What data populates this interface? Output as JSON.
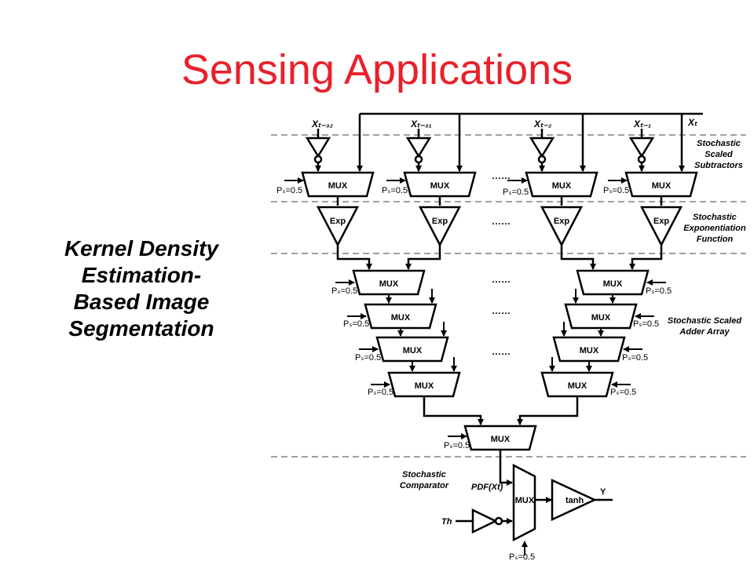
{
  "slide": {
    "title": "Sensing Applications",
    "caption_lines": [
      "Kernel Density",
      "Estimation-",
      "Based Image",
      "Segmentation"
    ]
  },
  "diagram": {
    "inputs": [
      "Xₜ₋₃₂",
      "Xₜ₋₃₁",
      "Xₜ₋₂",
      "Xₜ₋₁",
      "Xₜ"
    ],
    "mux_label": "MUX",
    "exp_label": "Exp",
    "tanh_label": "tanh",
    "ps_label": "Pₛ=0.5",
    "dots": "……",
    "pdf_label": "PDF(Xt)",
    "th_label": "Th",
    "output_label": "Y",
    "sections": {
      "subtractors": [
        "Stochastic",
        "Scaled",
        "Subtractors"
      ],
      "exponentiation": [
        "Stochastic",
        "Exponentiation",
        "Function"
      ],
      "adder": [
        "Stochastic Scaled",
        "Adder Array"
      ],
      "comparator": [
        "Stochastic",
        "Comparator"
      ]
    }
  },
  "colors": {
    "title": "#e8202a",
    "separator": "#a0a0a0",
    "stroke": "#000000"
  }
}
